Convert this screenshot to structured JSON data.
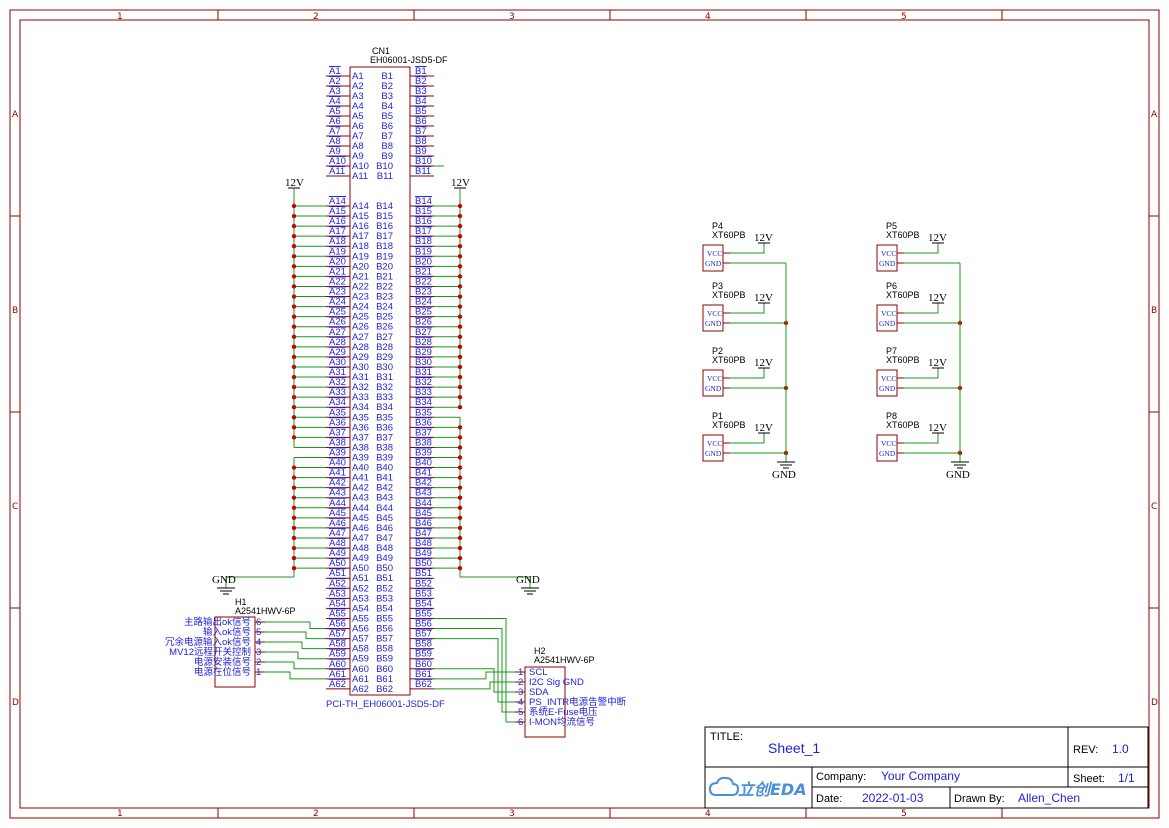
{
  "frame": {
    "columns": [
      "1",
      "2",
      "3",
      "4",
      "5"
    ],
    "rows": [
      "A",
      "B",
      "C",
      "D"
    ]
  },
  "connector": {
    "ref": "CN1",
    "value": "EH06001-JSD5-DF",
    "footprint": "PCI-TH_EH06001-JSD5-DF",
    "left_pins": [
      "A1",
      "A2",
      "A3",
      "A4",
      "A5",
      "A6",
      "A7",
      "A8",
      "A9",
      "A10",
      "A11",
      "A14",
      "A15",
      "A16",
      "A17",
      "A18",
      "A19",
      "A20",
      "A21",
      "A22",
      "A23",
      "A24",
      "A25",
      "A26",
      "A27",
      "A28",
      "A29",
      "A30",
      "A31",
      "A32",
      "A33",
      "A34",
      "A35",
      "A36",
      "A37",
      "A38",
      "A39",
      "A40",
      "A41",
      "A42",
      "A43",
      "A44",
      "A45",
      "A46",
      "A47",
      "A48",
      "A49",
      "A50",
      "A51",
      "A52",
      "A53",
      "A54",
      "A55",
      "A56",
      "A57",
      "A58",
      "A59",
      "A60",
      "A61",
      "A62"
    ],
    "right_pins": [
      "B1",
      "B2",
      "B3",
      "B4",
      "B5",
      "B6",
      "B7",
      "B8",
      "B9",
      "B10",
      "B11",
      "B14",
      "B15",
      "B16",
      "B17",
      "B18",
      "B19",
      "B20",
      "B21",
      "B22",
      "B23",
      "B24",
      "B25",
      "B26",
      "B27",
      "B28",
      "B29",
      "B30",
      "B31",
      "B32",
      "B33",
      "B34",
      "B35",
      "B36",
      "B37",
      "B38",
      "B39",
      "B40",
      "B41",
      "B42",
      "B43",
      "B44",
      "B45",
      "B46",
      "B47",
      "B48",
      "B49",
      "B50",
      "B51",
      "B52",
      "B53",
      "B54",
      "B55",
      "B56",
      "B57",
      "B58",
      "B59",
      "B60",
      "B61",
      "B62"
    ]
  },
  "power": {
    "v12": "12V",
    "gnd": "GND"
  },
  "h1": {
    "ref": "H1",
    "value": "A2541HWV-6P",
    "pins": [
      {
        "num": "6",
        "label": "主路输出ok信号"
      },
      {
        "num": "5",
        "label": "输入ok信号"
      },
      {
        "num": "4",
        "label": "冗余电源输入ok信号"
      },
      {
        "num": "3",
        "label": "MV12远程开关控制"
      },
      {
        "num": "2",
        "label": "电源安装信号"
      },
      {
        "num": "1",
        "label": "电源在位信号"
      }
    ]
  },
  "h2": {
    "ref": "H2",
    "value": "A2541HWV-6P",
    "pins": [
      {
        "num": "1",
        "label": "SCL"
      },
      {
        "num": "2",
        "label": "I2C Sig GND"
      },
      {
        "num": "3",
        "label": "SDA"
      },
      {
        "num": "4",
        "label": "PS_INTR电源告警中断"
      },
      {
        "num": "5",
        "label": "系统E-Fuse电压"
      },
      {
        "num": "6",
        "label": "I-MON均流信号"
      }
    ]
  },
  "power_connectors": [
    {
      "ref": "P4",
      "value": "XT60PB",
      "vcc": "VCC",
      "gnd": "GND",
      "pwr": "12V"
    },
    {
      "ref": "P3",
      "value": "XT60PB",
      "vcc": "VCC",
      "gnd": "GND",
      "pwr": "12V"
    },
    {
      "ref": "P2",
      "value": "XT60PB",
      "vcc": "VCC",
      "gnd": "GND",
      "pwr": "12V"
    },
    {
      "ref": "P1",
      "value": "XT60PB",
      "vcc": "VCC",
      "gnd": "GND",
      "pwr": "12V"
    },
    {
      "ref": "P5",
      "value": "XT60PB",
      "vcc": "VCC",
      "gnd": "GND",
      "pwr": "12V"
    },
    {
      "ref": "P6",
      "value": "XT60PB",
      "vcc": "VCC",
      "gnd": "GND",
      "pwr": "12V"
    },
    {
      "ref": "P7",
      "value": "XT60PB",
      "vcc": "VCC",
      "gnd": "GND",
      "pwr": "12V"
    },
    {
      "ref": "P8",
      "value": "XT60PB",
      "vcc": "VCC",
      "gnd": "GND",
      "pwr": "12V"
    }
  ],
  "title_block": {
    "title_label": "TITLE:",
    "title": "Sheet_1",
    "rev_label": "REV:",
    "rev": "1.0",
    "company_label": "Company:",
    "company": "Your Company",
    "sheet_label": "Sheet:",
    "sheet": "1/1",
    "date_label": "Date:",
    "date": "2022-01-03",
    "drawn_label": "Drawn By:",
    "drawn_by": "Allen_Chen",
    "logo_text": "立创EDA",
    "logo_color": "#4a90d9"
  }
}
